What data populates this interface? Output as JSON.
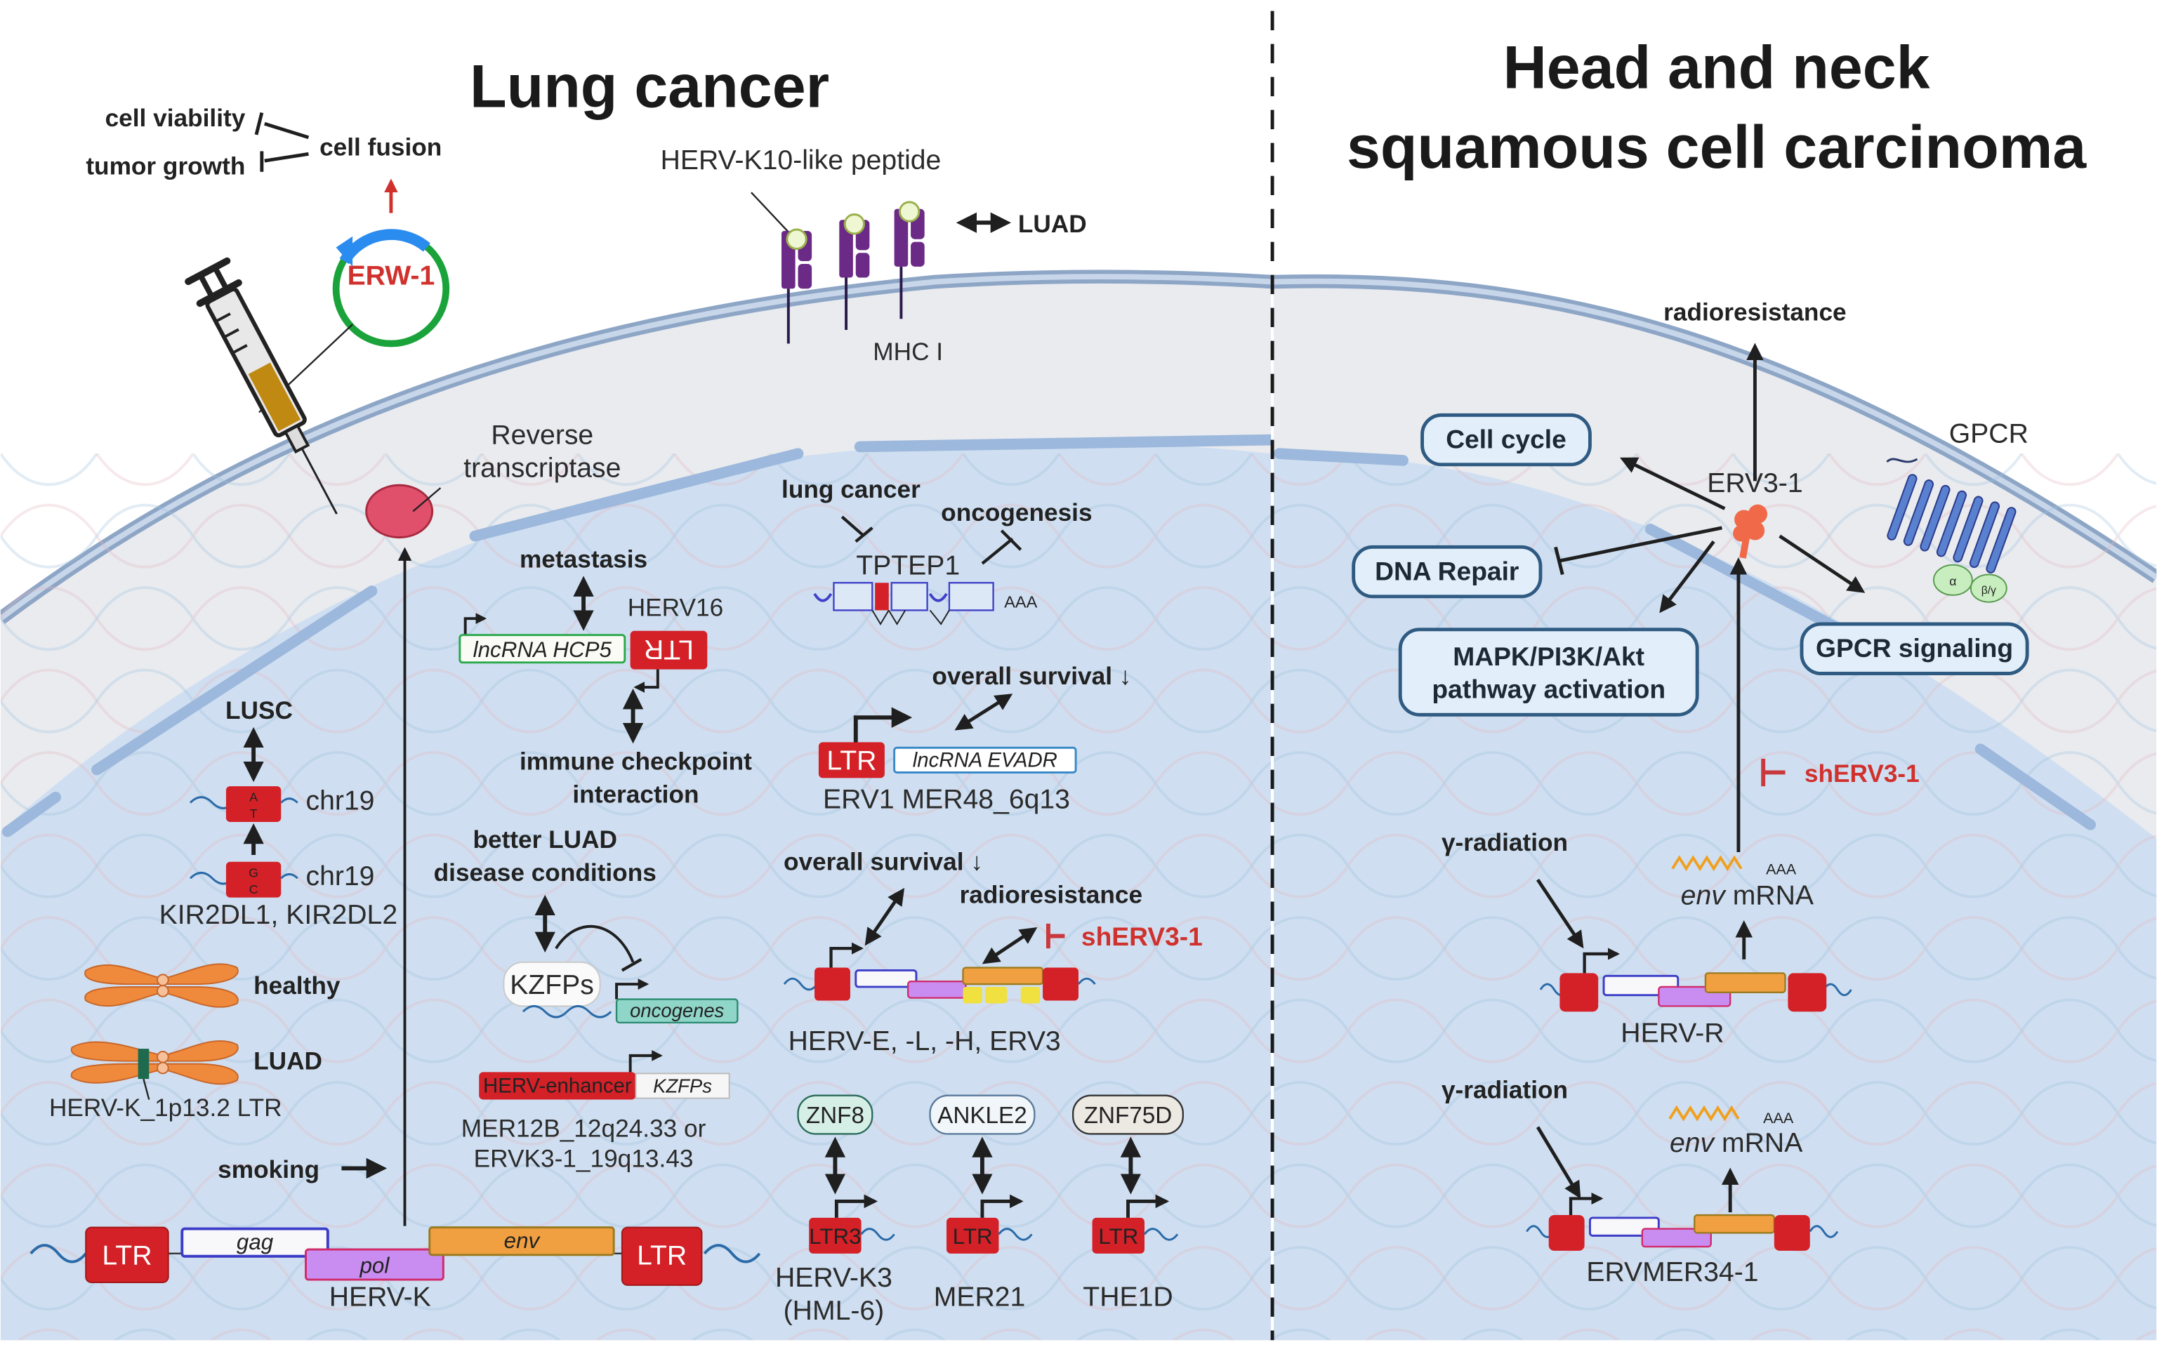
{
  "panels": {
    "left": {
      "title": "Lung cancer",
      "top": {
        "cell_viability": "cell viability",
        "tumor_growth": "tumor growth",
        "cell_fusion": "cell fusion",
        "plasmid_label": "ERW-1"
      },
      "mhc": {
        "peptide_label": "HERV-K10-like peptide",
        "luad": "LUAD",
        "mhc_label": "MHC I"
      },
      "reverse_transcriptase": "Reverse\ntranscriptase",
      "rt_line1": "Reverse",
      "rt_line2": "transcriptase",
      "lusc": {
        "title": "LUSC",
        "chr_top": "chr19",
        "chr_bottom": "chr19",
        "allele_top_1": "A",
        "allele_top_2": "T",
        "allele_bot_1": "G",
        "allele_bot_2": "C",
        "genes": "KIR2DL1, KIR2DL2"
      },
      "chromosomes": {
        "healthy": "healthy",
        "luad": "LUAD",
        "ltr_label": "HERV-K_1p13.2 LTR"
      },
      "hcp5": {
        "metastasis": "metastasis",
        "herv16": "HERV16",
        "lncrna": "lncRNA HCP5",
        "ltr": "LTR",
        "checkpoint_1": "immune checkpoint",
        "checkpoint_2": "interaction"
      },
      "kzfp": {
        "better_1": "better LUAD",
        "better_2": "disease conditions",
        "kzfps": "KZFPs",
        "oncogenes": "oncogenes",
        "enhancer": "HERV-enhancer",
        "enhancer_target": "KZFPs",
        "loci_1": "MER12B_12q24.33 or",
        "loci_2": "ERVK3-1_19q13.43"
      },
      "smoking": "smoking",
      "hervk": {
        "ltr_left": "LTR",
        "gag": "gag",
        "pol": "pol",
        "env": "env",
        "ltr_right": "LTR",
        "label": "HERV-K"
      },
      "tptep1": {
        "lung_cancer": "lung cancer",
        "oncogenesis": "oncogenesis",
        "gene": "TPTEP1",
        "polya": "AAA"
      },
      "evadr": {
        "survival": "overall survival ↓",
        "ltr": "LTR",
        "lncrna": "lncRNA EVADR",
        "label": "ERV1 MER48_6q13"
      },
      "erv3": {
        "survival": "overall survival ↓",
        "radioresistance": "radioresistance",
        "sh": "shERV3-1",
        "label": "HERV-E, -L, -H, ERV3"
      },
      "znf": [
        {
          "protein": "ZNF8",
          "ltr": "LTR3",
          "label_1": "HERV-K3",
          "label_2": "(HML-6)",
          "fill": "#d6efe6"
        },
        {
          "protein": "ANKLE2",
          "ltr": "LTR",
          "label_1": "MER21",
          "label_2": "",
          "fill": "#f1f6fb"
        },
        {
          "protein": "ZNF75D",
          "ltr": "LTR",
          "label_1": "THE1D",
          "label_2": "",
          "fill": "#ece8e2"
        }
      ]
    },
    "right": {
      "title_1": "Head and neck",
      "title_2": "squamous cell carcinoma",
      "radioresistance": "radioresistance",
      "gpcr": "GPCR",
      "gpcr_alpha": "α",
      "gpcr_beta": "β/γ",
      "erv31": "ERV3-1",
      "boxes": {
        "cell_cycle": "Cell cycle",
        "dna_repair": "DNA Repair",
        "mapk_1": "MAPK/PI3K/Akt",
        "mapk_2": "pathway activation",
        "gpcr_signaling": "GPCR signaling"
      },
      "sh": "shERV3-1",
      "upper": {
        "gamma": "γ-radiation",
        "mrna_italic": "env",
        "mrna": " mRNA",
        "polya": "AAA",
        "label": "HERV-R"
      },
      "lower": {
        "gamma": "γ-radiation",
        "mrna_italic": "env",
        "mrna": " mRNA",
        "polya": "AAA",
        "label": "ERVMER34-1"
      }
    }
  },
  "colors": {
    "ltr_red": "#d42027",
    "gag_border": "#3c3cc8",
    "pol_fill": "#c98cf0",
    "env_fill": "#f0a040",
    "nucleus": "#cfdff1",
    "cytoplasm": "#e9ebef",
    "membrane": "#8ea6c6",
    "inhibit_red": "#c8383c",
    "mhc_purple": "#6a2a86"
  }
}
